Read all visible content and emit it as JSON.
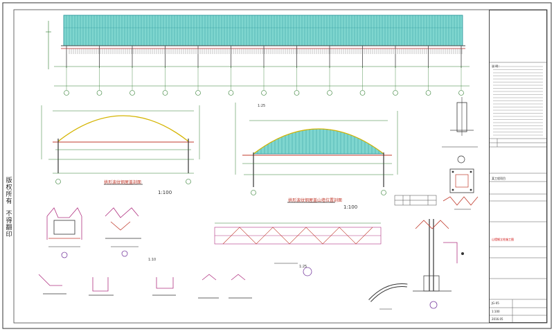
{
  "side_text": [
    "版",
    "权",
    "所",
    "有",
    "不",
    "得",
    "翻",
    "印"
  ],
  "views": {
    "arch_section_title": "拱形波纹钢屋盖剖面",
    "arch_section_scale": "1:100",
    "arch_gable_title": "拱形波纹钢屋盖山墙位置剖面",
    "arch_gable_scale": "1:100",
    "gable_scale_top": "1:25",
    "grid_section_scale": "1:25",
    "detail_scale_small": "1:10",
    "detail_callouts": [
      "1",
      "2",
      "3",
      "4",
      "5"
    ]
  },
  "title_block": {
    "notes_header": "说 明：",
    "project_name": "某工程项目",
    "drawing_title": "山墙钢立柱施工图",
    "drawing_number": "JG-05",
    "scale": "1:100",
    "date": "2016.05"
  },
  "colors": {
    "roof_fill": "#7fd6cf",
    "roof_line": "#1f8f96",
    "arch_line": "#d4b400",
    "dim_line": "#2a7a2a",
    "steel_line": "#c0392b",
    "detail_line": "#b03080"
  }
}
